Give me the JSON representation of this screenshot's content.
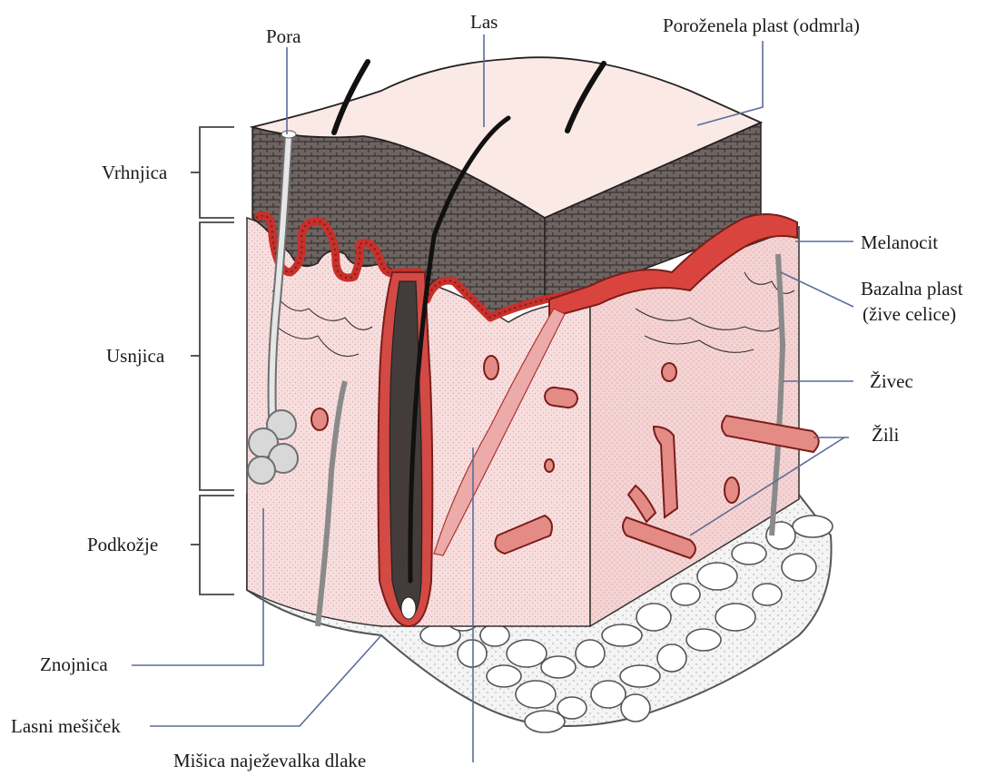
{
  "labels": {
    "pora": "Pora",
    "las": "Las",
    "porozenela_plast": "Poroženela plast (odmrla)",
    "vrhnjica": "Vrhnjica",
    "usnjica": "Usnjica",
    "podkozje": "Podkožje",
    "znojnica": "Znojnica",
    "lasni_micek": "Lasni mešiček",
    "misica": "Mišica naježevalka dlake",
    "melanocit": "Melanocit",
    "bazalna_plast_line1": "Bazalna plast",
    "bazalna_plast_line2": "(žive celice)",
    "zivec": "Živec",
    "zili": "Žili"
  },
  "colors": {
    "epidermis": "#6e6462",
    "dermis": "#f7dede",
    "dermis_dots": "#e39a9a",
    "basal_layer": "#c8302b",
    "fat_cell_fill": "#ffffff",
    "fat_cell_outline": "#555555",
    "bracket": "#444444",
    "leader_line": "#5a6d9a"
  }
}
